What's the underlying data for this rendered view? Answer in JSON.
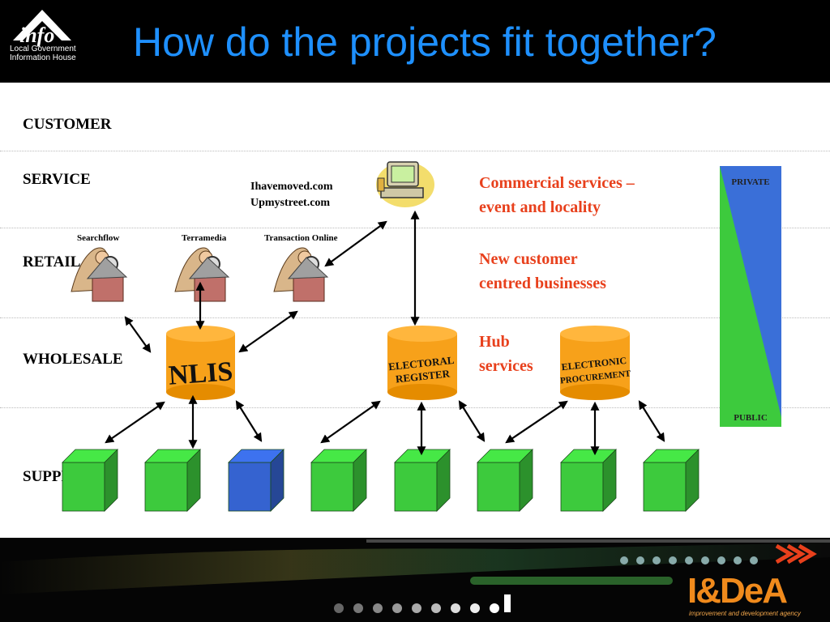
{
  "header": {
    "title": "How do the projects fit together?"
  },
  "logo": {
    "brand": "info",
    "line1": "Local Government",
    "line2": "Information House"
  },
  "layers": {
    "customer": "CUSTOMER",
    "service": "SERVICE",
    "retail": "RETAIL",
    "wholesale": "WHOLESALE",
    "supplier": "SUPPLIER"
  },
  "service_sites": {
    "line1": "Ihavemoved.com",
    "line2": "Upmystreet.com"
  },
  "retail_providers": [
    "Searchflow",
    "Terramedia",
    "Transaction Online"
  ],
  "hubs": {
    "nlis": "NLIS",
    "electoral": [
      "ELECTORAL",
      "REGISTER"
    ],
    "procurement": [
      "ELECTRONIC",
      "PROCUREMENT"
    ]
  },
  "annotations": {
    "commercial": [
      "Commercial services –",
      "event and locality"
    ],
    "new_customer": [
      "New customer",
      "centred businesses"
    ],
    "hub": [
      "Hub",
      "services"
    ]
  },
  "public_private_bar": {
    "top_label": "PRIVATE",
    "bottom_label": "PUBLIC",
    "private_color": "#3a6fd8",
    "public_color": "#3dca3d"
  },
  "supplier_colors": [
    "#3dca3d",
    "#3dca3d",
    "#3563d0",
    "#3dca3d",
    "#3dca3d",
    "#3dca3d",
    "#3dca3d",
    "#3dca3d"
  ],
  "footer_logo": {
    "brand": "I&DeA",
    "tagline": "improvement and development agency"
  }
}
